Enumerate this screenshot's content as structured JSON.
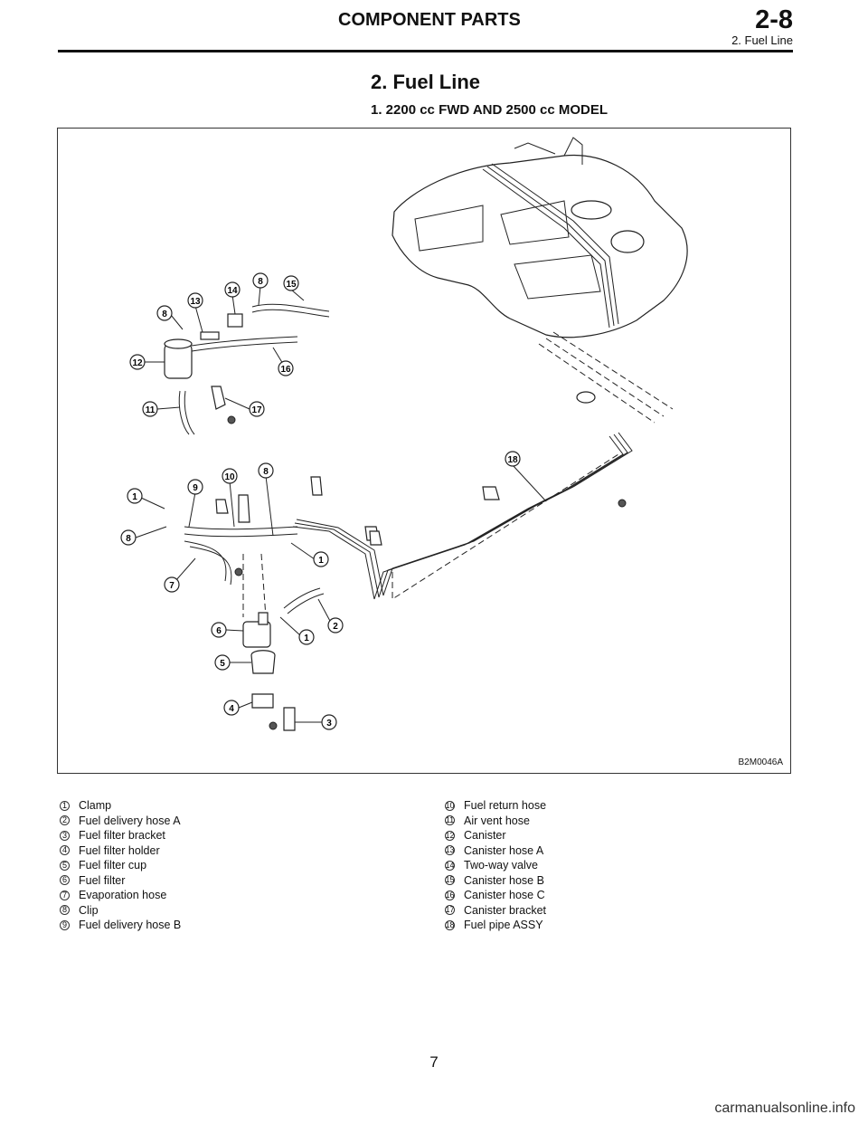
{
  "header": {
    "title": "COMPONENT PARTS",
    "section": "2-8",
    "subtitle": "2. Fuel Line"
  },
  "page_title": "2. Fuel Line",
  "sub_title": "1. 2200 cc FWD AND 2500 cc MODEL",
  "figure": {
    "code": "B2M0046A",
    "callouts": [
      "1",
      "2",
      "3",
      "4",
      "5",
      "6",
      "7",
      "8",
      "9",
      "10",
      "11",
      "12",
      "13",
      "14",
      "15",
      "16",
      "17",
      "18"
    ]
  },
  "legend_left": [
    {
      "num": "1",
      "label": "Clamp"
    },
    {
      "num": "2",
      "label": "Fuel delivery hose A"
    },
    {
      "num": "3",
      "label": "Fuel filter bracket"
    },
    {
      "num": "4",
      "label": "Fuel filter holder"
    },
    {
      "num": "5",
      "label": "Fuel filter cup"
    },
    {
      "num": "6",
      "label": "Fuel filter"
    },
    {
      "num": "7",
      "label": "Evaporation hose"
    },
    {
      "num": "8",
      "label": "Clip"
    },
    {
      "num": "9",
      "label": "Fuel delivery hose B"
    }
  ],
  "legend_right": [
    {
      "num": "10",
      "label": "Fuel return hose"
    },
    {
      "num": "11",
      "label": "Air vent hose"
    },
    {
      "num": "12",
      "label": "Canister"
    },
    {
      "num": "13",
      "label": "Canister hose A"
    },
    {
      "num": "14",
      "label": "Two-way valve"
    },
    {
      "num": "15",
      "label": "Canister hose B"
    },
    {
      "num": "16",
      "label": "Canister hose C"
    },
    {
      "num": "17",
      "label": "Canister bracket"
    },
    {
      "num": "18",
      "label": "Fuel pipe ASSY"
    }
  ],
  "page_number": "7",
  "watermark": "carmanualsonline.info"
}
